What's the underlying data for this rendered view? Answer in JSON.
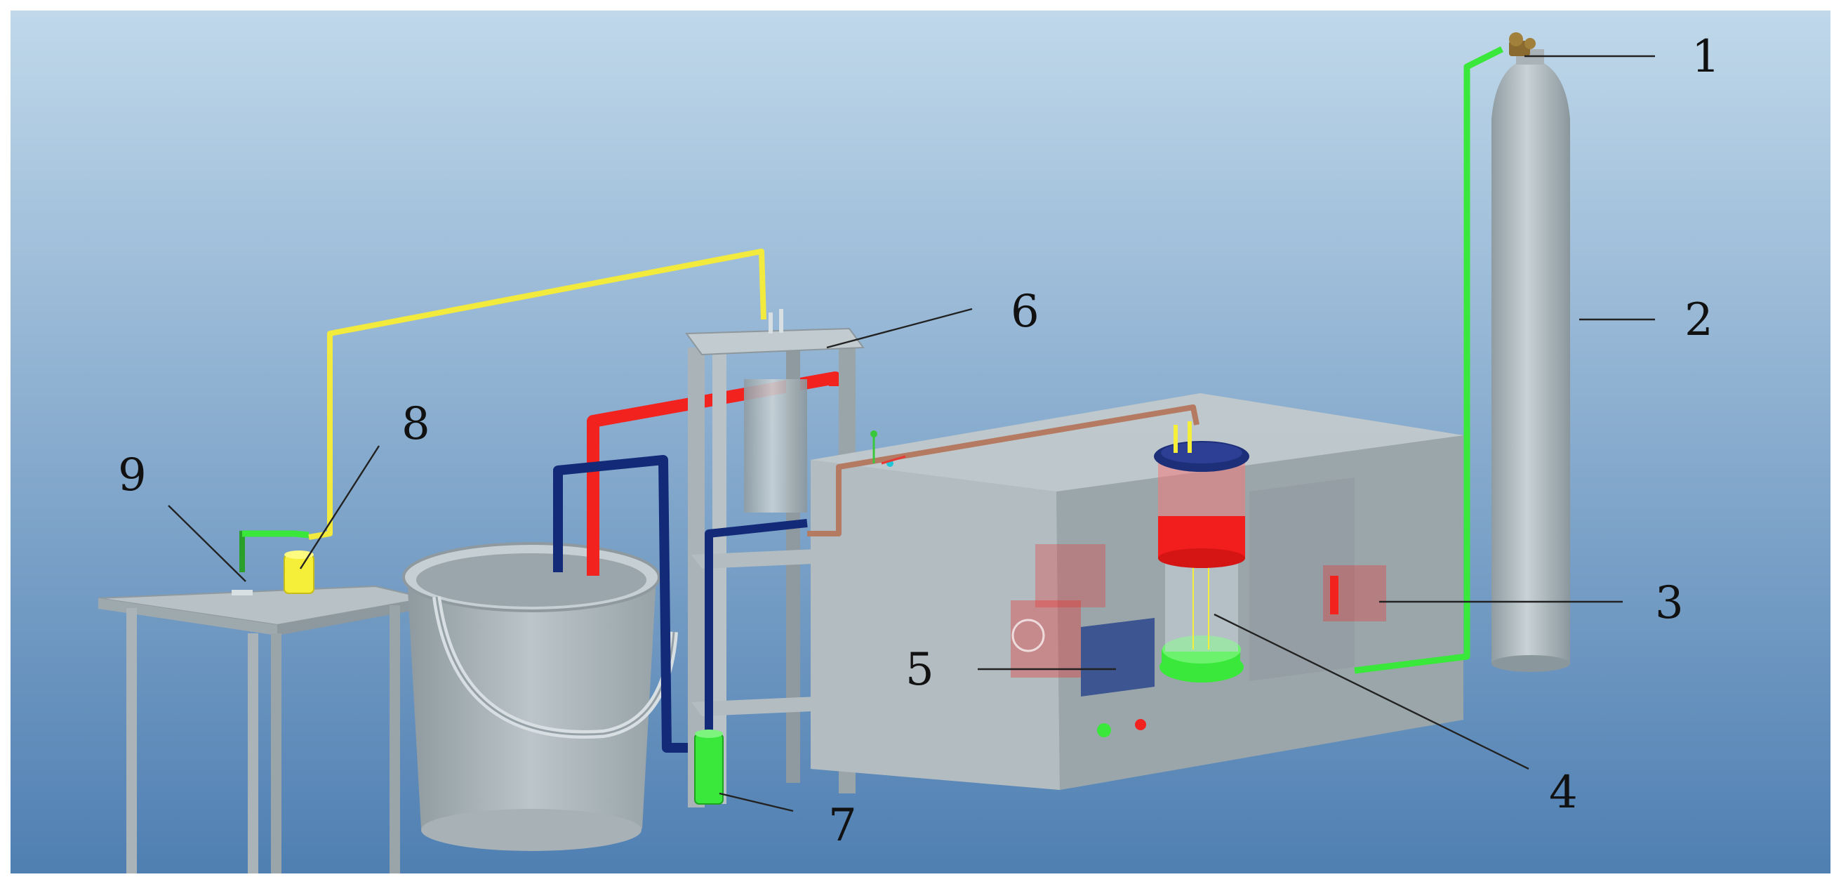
{
  "colors": {
    "sky_top": "#c0d8ea",
    "sky_bottom": "#4f7fb2",
    "steel": "#b4bfc4",
    "steel_dark": "#8f9ca2",
    "cabinet": "#aab4b8",
    "yellow_line": "#f2ea3c",
    "green_line": "#39e83b",
    "red_line": "#f2221e",
    "blue_line": "#132a78",
    "copper_line": "#b57a62",
    "reactor_red": "#f21e1e",
    "cap_navy": "#1e2f7a",
    "panel_blue": "#3d5590"
  },
  "labels": [
    {
      "id": "1",
      "text": "1"
    },
    {
      "id": "2",
      "text": "2"
    },
    {
      "id": "3",
      "text": "3"
    },
    {
      "id": "4",
      "text": "4"
    },
    {
      "id": "5",
      "text": "5"
    },
    {
      "id": "6",
      "text": "6"
    },
    {
      "id": "7",
      "text": "7"
    },
    {
      "id": "8",
      "text": "8"
    },
    {
      "id": "9",
      "text": "9"
    }
  ]
}
